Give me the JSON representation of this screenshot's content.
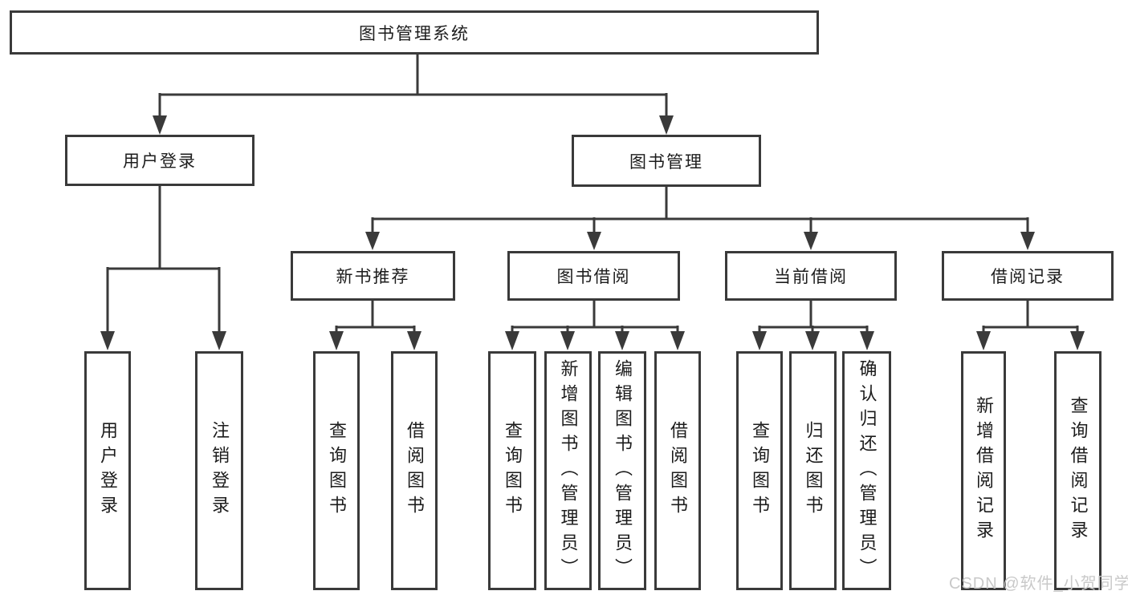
{
  "tree": {
    "label": "图书管理系统",
    "children": [
      {
        "label": "用户登录",
        "children": [
          {
            "label": "用户登录"
          },
          {
            "label": "注销登录"
          }
        ]
      },
      {
        "label": "图书管理",
        "children": [
          {
            "label": "新书推荐",
            "children": [
              {
                "label": "查询图书"
              },
              {
                "label": "借阅图书"
              }
            ]
          },
          {
            "label": "图书借阅",
            "children": [
              {
                "label": "查询图书"
              },
              {
                "label": "新增图书（管理员）"
              },
              {
                "label": "编辑图书（管理员）"
              },
              {
                "label": "借阅图书"
              }
            ]
          },
          {
            "label": "当前借阅",
            "children": [
              {
                "label": "查询图书"
              },
              {
                "label": "归还图书"
              },
              {
                "label": "确认归还（管理员）"
              }
            ]
          },
          {
            "label": "借阅记录",
            "children": [
              {
                "label": "新增借阅记录"
              },
              {
                "label": "查询借阅记录"
              }
            ]
          }
        ]
      }
    ]
  },
  "watermark": {
    "text": "CSDN @软件_小贺同学"
  },
  "colors": {
    "line": "#3a3a3a",
    "text": "#1c1c1c",
    "watermark": "#c9c9c9",
    "bg": "#ffffff"
  }
}
